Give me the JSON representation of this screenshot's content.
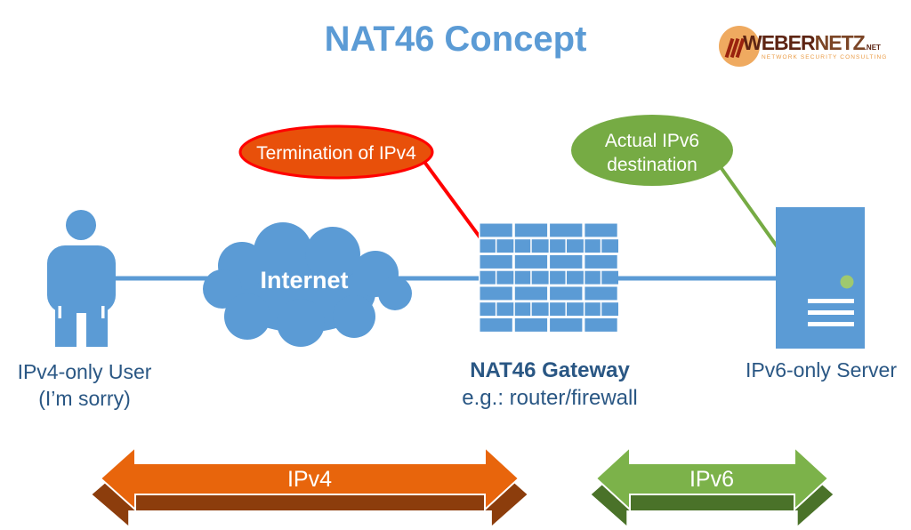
{
  "title": "NAT46 Concept",
  "logo": {
    "word1": "WEBER",
    "word2": "NETZ",
    "tld": ".NET",
    "tagline": "NETWORK SECURITY CONSULTING"
  },
  "nodes": {
    "user": {
      "label": "IPv4-only User",
      "sublabel": "(I’m sorry)"
    },
    "internet": {
      "label": "Internet"
    },
    "gateway": {
      "label": "NAT46 Gateway",
      "sublabel": "e.g.: router/firewall"
    },
    "server": {
      "label": "IPv6-only Server"
    }
  },
  "callouts": {
    "termination": {
      "label": "Termination of IPv4",
      "fill": "#e8500a",
      "border": "#ff0000"
    },
    "destination": {
      "line1": "Actual IPv6",
      "line2": "destination",
      "fill": "#76ab44"
    }
  },
  "arrows": {
    "ipv4": {
      "label": "IPv4",
      "fill": "#e8650c",
      "shadow": "#8c3d0c"
    },
    "ipv6": {
      "label": "IPv6",
      "fill": "#7cb24a",
      "shadow": "#4a7229"
    }
  },
  "colors": {
    "shape_blue": "#5b9bd5",
    "label_blue": "#2a5784",
    "title_blue": "#5b9bd5",
    "led_green": "#9fc96f",
    "white": "#ffffff"
  }
}
